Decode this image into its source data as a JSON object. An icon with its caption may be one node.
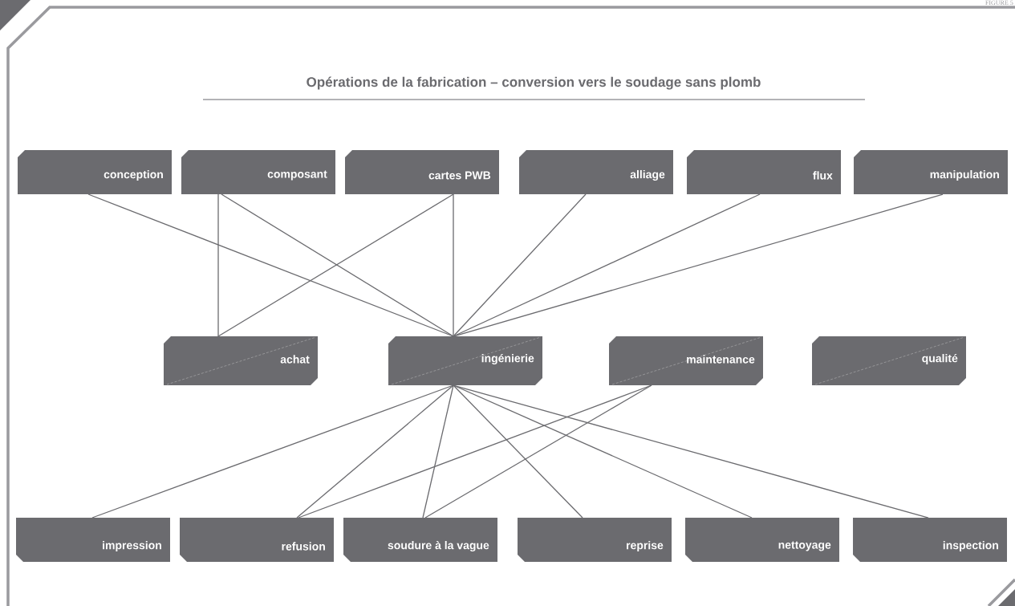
{
  "diagram": {
    "title": "Opérations de la fabrication – conversion vers le soudage sans plomb",
    "nodes": [
      {
        "text": [
          "conception"
        ]
      },
      {
        "text": [
          "composant"
        ]
      },
      {
        "text": [
          "cartes PWB"
        ]
      },
      {
        "text": [
          "alliage"
        ]
      },
      {
        "text": [
          "flux"
        ]
      },
      {
        "text": [
          "manipulation"
        ]
      },
      {
        "text": [
          "achat"
        ]
      },
      {
        "text": [
          "ingénierie"
        ]
      },
      {
        "text": [
          "maintenance"
        ]
      },
      {
        "text": [
          "qualité"
        ]
      },
      {
        "text": [
          "impression"
        ]
      },
      {
        "text": [
          "refusion"
        ]
      },
      {
        "text": [
          "soudure à la vague"
        ]
      },
      {
        "text": [
          "reprise"
        ]
      },
      {
        "text": [
          "nettoyage"
        ]
      },
      {
        "text": [
          "inspection"
        ]
      }
    ],
    "edges": [
      {
        "from": 0,
        "to": 7,
        "arrow": "none"
      },
      {
        "from": 1,
        "to": 6,
        "arrow": "none"
      },
      {
        "from": 1,
        "to": 7,
        "arrow": "none"
      },
      {
        "from": 2,
        "to": 6,
        "arrow": "none"
      },
      {
        "from": 2,
        "to": 7,
        "arrow": "none"
      },
      {
        "from": 3,
        "to": 7,
        "arrow": "none"
      },
      {
        "from": 4,
        "to": 7,
        "arrow": "none"
      },
      {
        "from": 5,
        "to": 7,
        "arrow": "none"
      },
      {
        "from": 7,
        "to": 10,
        "arrow": "none"
      },
      {
        "from": 7,
        "to": 11,
        "arrow": "none"
      },
      {
        "from": 7,
        "to": 12,
        "arrow": "none"
      },
      {
        "from": 7,
        "to": 13,
        "arrow": "none"
      },
      {
        "from": 7,
        "to": 14,
        "arrow": "none"
      },
      {
        "from": 7,
        "to": 15,
        "arrow": "none"
      },
      {
        "from": 8,
        "to": 11,
        "arrow": "none"
      },
      {
        "from": 8,
        "to": 12,
        "arrow": "none"
      }
    ],
    "labels": [
      "FIGURE 5"
    ]
  }
}
